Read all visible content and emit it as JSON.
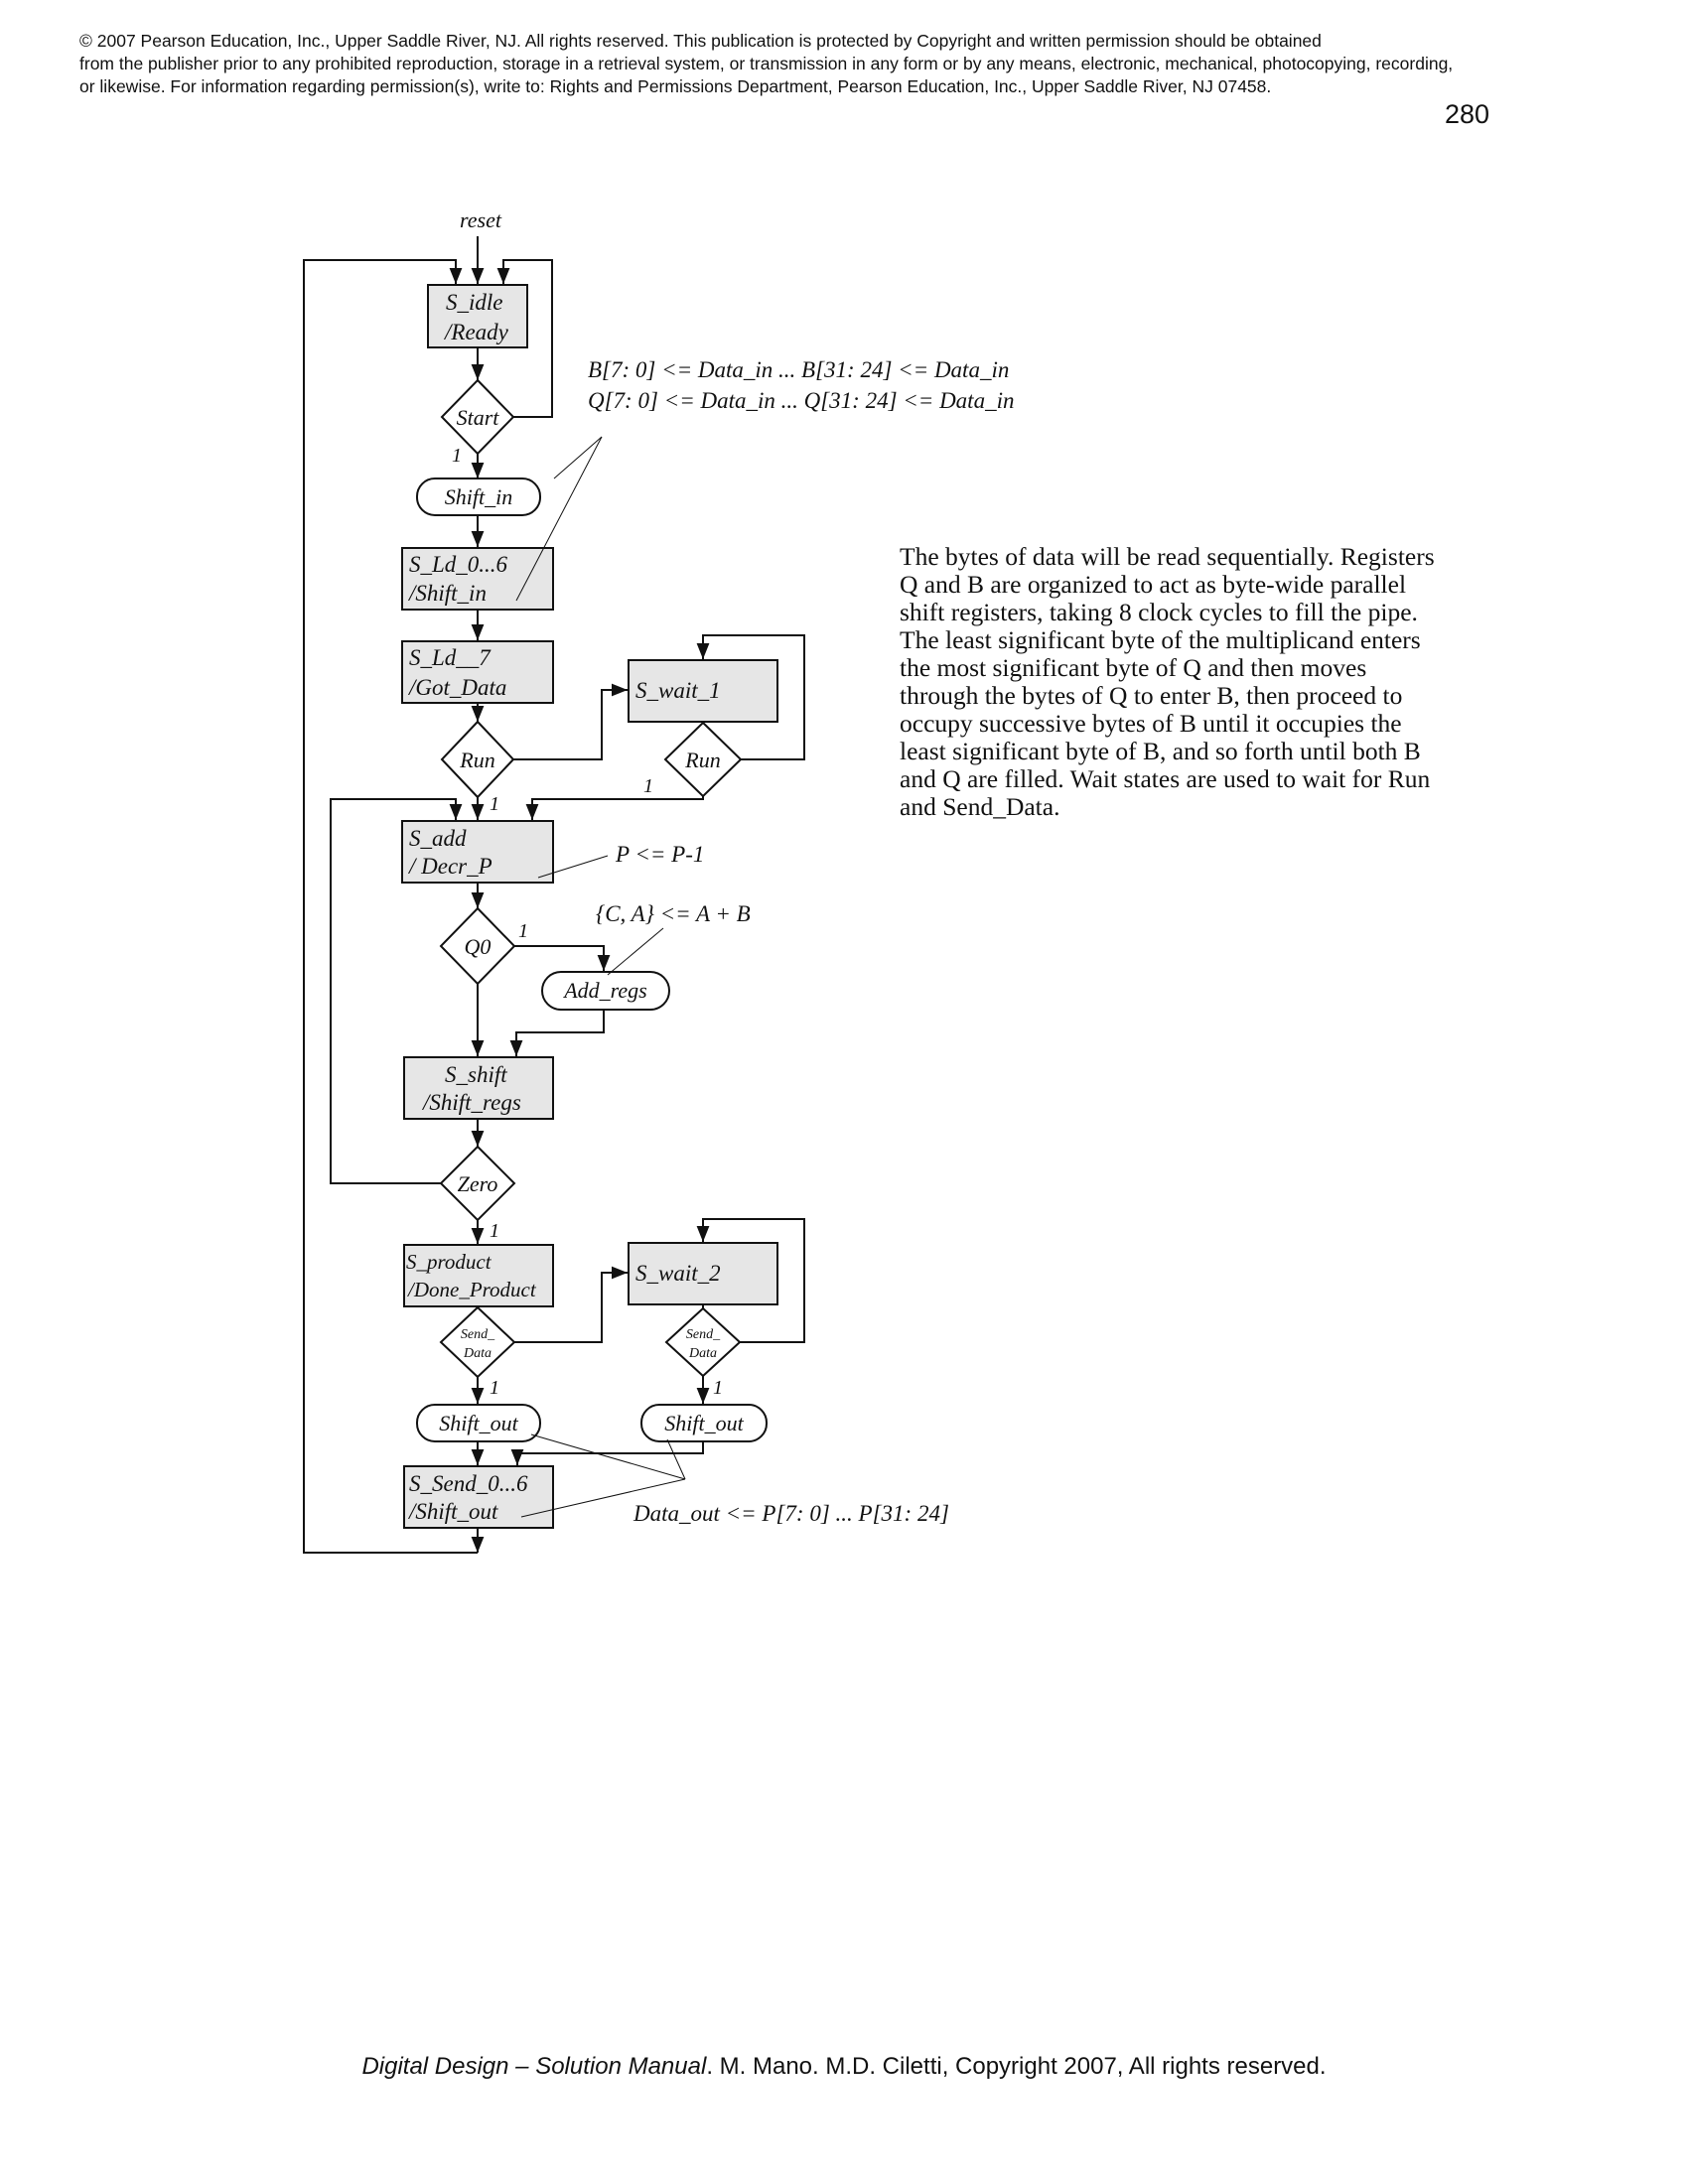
{
  "header": {
    "copyright_lines": [
      "© 2007 Pearson Education, Inc., Upper Saddle River, NJ.  All rights reserved. This publication is protected by Copyright and written permission should be obtained",
      "from the publisher prior to any prohibited reproduction, storage in a retrieval system,  or transmission in any form or by any means, electronic, mechanical, photocopying, recording,",
      "or  likewise.  For information regarding permission(s), write to:  Rights and Permissions Department, Pearson Education, Inc., Upper Saddle River, NJ 07458."
    ],
    "page_number": "280"
  },
  "diagram": {
    "reset_label": "reset",
    "states": {
      "s_idle": [
        "S_idle",
        "/Ready"
      ],
      "s_ld_0_6": [
        "S_Ld_0...6",
        "/Shift_in"
      ],
      "s_ld_7": [
        "S_Ld__7",
        "/Got_Data"
      ],
      "s_wait_1": [
        "S_wait_1"
      ],
      "s_add": [
        "S_add",
        "/ Decr_P"
      ],
      "s_shift": [
        "S_shift",
        "/Shift_regs"
      ],
      "s_product": [
        "S_product",
        "/Done_Product"
      ],
      "s_wait_2": [
        "S_wait_2"
      ],
      "s_send": [
        "S_Send_0...6",
        "/Shift_out"
      ]
    },
    "decisions": {
      "start": "Start",
      "run_1": "Run",
      "run_2": "Run",
      "q0": "Q0",
      "zero": "Zero",
      "send_data_1": [
        "Send_",
        "Data"
      ],
      "send_data_2": [
        "Send_",
        "Data"
      ]
    },
    "conditional_outputs": {
      "shift_in": "Shift_in",
      "add_regs": "Add_regs",
      "shift_out_1": "Shift_out",
      "shift_out_2": "Shift_out"
    },
    "branch_label": "1",
    "annotations": {
      "b_load": "B[7: 0] <= Data_in ... B[31: 24] <= Data_in",
      "q_load": "Q[7: 0] <= Data_in ... Q[31: 24] <= Data_in",
      "decr_p": "P <= P-1",
      "add": "{C, A} <= A + B",
      "data_out": "Data_out <= P[7: 0] ... P[31: 24]"
    }
  },
  "description_lines": [
    "The bytes of data will be read sequentially. Registers",
    "Q and B are organized to act as byte-wide parallel",
    "shift registers, taking 8 clock cycles to fill the pipe.",
    "The least significant byte of the multiplicand enters",
    "the most significant byte of Q and then moves",
    "through the bytes of Q to enter B, then proceed to",
    "occupy successive  bytes of B until it occupies the",
    "least significant byte of B, and so forth until both B",
    "and Q are filled. Wait states are used to wait for Run",
    "and Send_Data."
  ],
  "footer": {
    "title": "Digital Design – Solution Manual",
    "rest": ". M. Mano. M.D. Ciletti, Copyright 2007, All rights reserved."
  }
}
